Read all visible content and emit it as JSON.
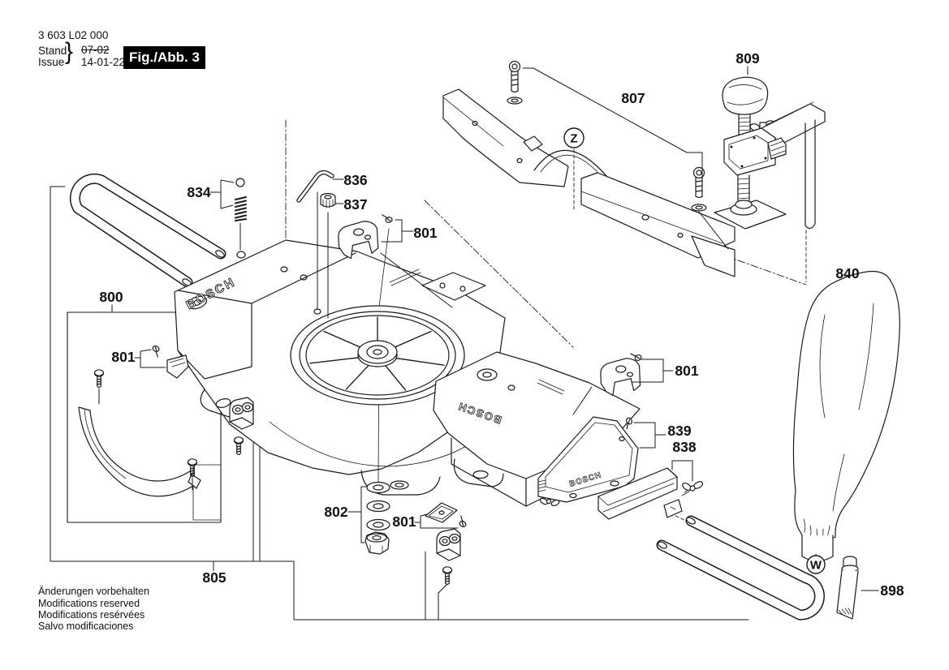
{
  "header": {
    "part_number": "3 603 L02 000",
    "stand_label": "Stand",
    "issue_label": "Issue",
    "brace": "}",
    "stand_value": "07-02",
    "issue_value": "14-01-22",
    "figure_label": "Fig./Abb. 3"
  },
  "drawing": {
    "brand": "BOSCH",
    "markers": {
      "z": "Z",
      "w": "W"
    },
    "callouts": {
      "800": "800",
      "801": "801",
      "802": "802",
      "805": "805",
      "807": "807",
      "809": "809",
      "834": "834",
      "836": "836",
      "837": "837",
      "838": "838",
      "839": "839",
      "840": "840",
      "898": "898"
    }
  },
  "footer": {
    "line1": "Änderungen vorbehalten",
    "line2": "Modifications reserved",
    "line3": "Modifications resérvées",
    "line4": "Salvo modificaciones"
  }
}
